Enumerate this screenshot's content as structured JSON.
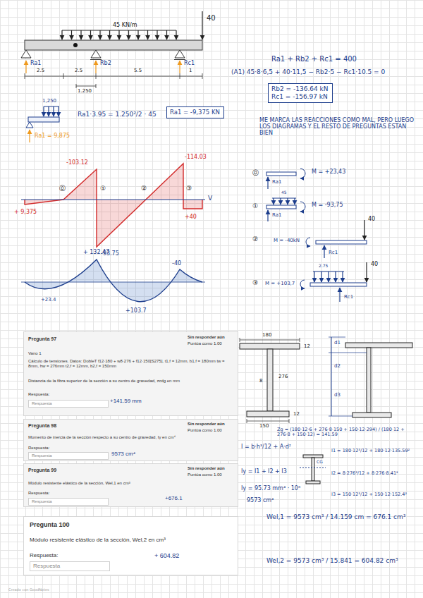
{
  "diagram": {
    "nodes": [
      {
        "text": [
          "Ra1 = -9,375 KN"
        ]
      },
      {
        "text": [
          "Rb2 = -136.64 kN",
          "Rc1 = -156.97 kN"
        ]
      },
      {
        "text": [
          "Pregunta 97",
          "Sin responder aún",
          "Puntúa como 1.00",
          "Vano 1",
          "Cálculo de tensiones. Datos: DobleT f12·180 + w8·276 + f12·150[S275], t1,f = 12mm, b1,f = 180mm tw = 8mm, hw = 276mm t2,f = 12mm, b2,f = 150mm",
          "Distancia de la fibra superior de la sección a su centro de gravedad, zcdg en mm",
          "Respuesta:",
          "Respuesta",
          "+141.59 mm"
        ]
      },
      {
        "text": [
          "Pregunta 98",
          "Sin responder aún",
          "Puntúa como 1.00",
          "Momento de inercia de la sección respecto a su centro de gravedad, Iy en cm⁴",
          "Respuesta:",
          "Respuesta",
          "9573 cm⁴"
        ]
      },
      {
        "text": [
          "Pregunta 99",
          "Sin responder aún",
          "Puntúa como 1.00",
          "Módulo resistente elástico de la sección, Wel,1 en cm³",
          "Respuesta:",
          "Respuesta",
          "+676.1"
        ]
      },
      {
        "text": [
          "Pregunta 100",
          "Módulo resistente elástico de la sección, Wel,2 en cm³",
          "Respuesta:",
          "Respuesta",
          "+ 604.82"
        ]
      }
    ],
    "labels": [
      "45 KN/m",
      "40",
      "Ra1",
      "Rb2",
      "Rc1",
      "2.5",
      "2.5",
      "5.5",
      "1",
      "1.250",
      "1,250",
      "Ra1·3.95 = 1.250²/2 · 45",
      "Ra1 = 9,875",
      "Ra1 + Rb2 + Rc1 = 400",
      "(A1) 45·8·6,5 + 40·11,5 − Rb2·5 − Rc1·10.5 = 0",
      "ME MARCA LAS REACCIONES COMO MAL, PERO LUEGO LOS DIAGRAMAS Y EL RESTO DE PREGUNTAS ESTAN BIEN",
      "-103.12",
      "-114.03",
      "+ 9,375",
      "+ 132.47",
      "+40",
      "V",
      "⓪",
      "①",
      "②",
      "③",
      "-93.75",
      "-40",
      "+23.4",
      "+103.7",
      "⓪",
      "M = +23,43",
      "Ra1",
      "①",
      "45",
      "M = -93,75",
      "Ra1",
      "②",
      "M = -40kN",
      "40",
      "Rc1",
      "③",
      "M = +103,7",
      "2.75",
      "40",
      "Rc1",
      "180",
      "12",
      "276",
      "8",
      "12",
      "150",
      "d1",
      "d2",
      "d3",
      "CG",
      "Zg = (180·12·6 + 276·8·150 + 150·12·294) / (180·12 + 276·8 + 150·12) = 141.59",
      "I = b·h³/12 + A·d²",
      "Iy = I1 + I2 + I3",
      "Iy = 95.73 mm⁴ · 10⁶",
      "9573 cm⁴",
      "I1 = 180·12³/12 + 180·12·135.59²",
      "I2 = 8·276³/12 + 8·276·8.41²",
      "I3 = 150·12³/12 + 150·12·152.4²",
      "Wel,1 = 9573 cm³ / 14.159 cm = 676.1 cm³",
      "Wel,2 = 9573 cm³ / 15.841 = 604.82 cm³",
      "Creado con GoodNotes"
    ]
  }
}
